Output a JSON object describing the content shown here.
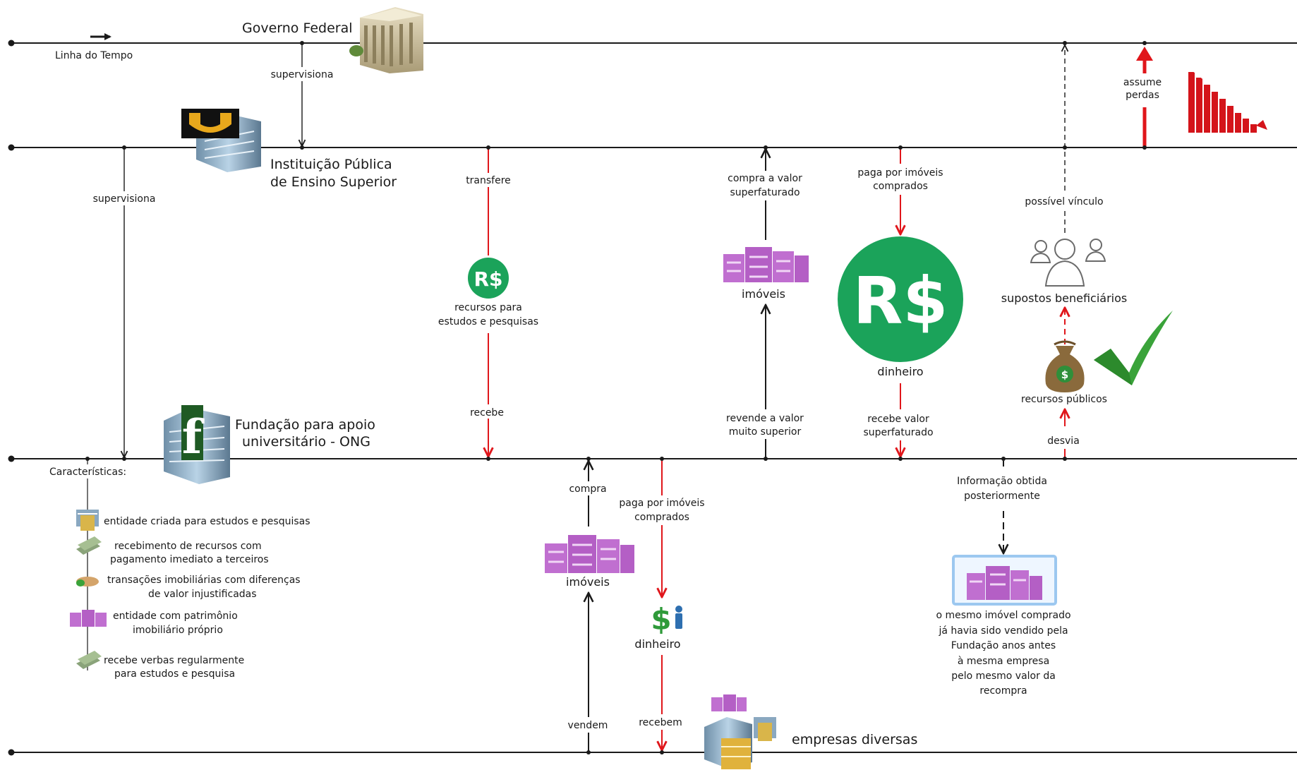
{
  "timeline": {
    "label": "Linha do Tempo"
  },
  "actors": {
    "governo": "Governo Federal",
    "instituicao": [
      "Instituição Pública",
      "de Ensino Superior"
    ],
    "fundacao": [
      "Fundação para apoio",
      "universitário - ONG"
    ],
    "empresas": "empresas diversas"
  },
  "edges": {
    "supervisiona_1": "supervisiona",
    "supervisiona_2": "supervisiona",
    "transfere": "transfere",
    "recebe": "recebe",
    "compra_valor": [
      "compra a valor",
      "superfaturado"
    ],
    "revende": [
      "revende a valor",
      "muito superior"
    ],
    "paga_top": [
      "paga por imóveis",
      "comprados"
    ],
    "recebe_valor": [
      "recebe valor",
      "superfaturado"
    ],
    "possivel_vinculo": "possível vínculo",
    "assume_perdas": [
      "assume",
      "perdas"
    ],
    "desvia": "desvia",
    "compra": "compra",
    "vendem": "vendem",
    "paga_bottom": [
      "paga por imóveis",
      "comprados"
    ],
    "recebem": "recebem",
    "info_obtida": [
      "Informação obtida",
      "posteriormente"
    ]
  },
  "nodes": {
    "recursos_estudos": [
      "recursos para",
      "estudos e pesquisas"
    ],
    "imoveis_top": "imóveis",
    "dinheiro_top": "dinheiro",
    "beneficiarios": "supostos beneficiários",
    "recursos_publicos": "recursos públicos",
    "imoveis_bottom": "imóveis",
    "dinheiro_bottom": "dinheiro",
    "mesmo_imovel": [
      "o mesmo imóvel comprado",
      "já havia sido vendido pela",
      "Fundação anos antes",
      "à mesma empresa",
      "pelo mesmo valor da",
      "recompra"
    ]
  },
  "currency_symbol": "R$",
  "dollar_symbol": "$",
  "characteristics": {
    "title": "Características:",
    "items": [
      [
        "entidade criada para estudos e pesquisas"
      ],
      [
        "recebimento de recursos com",
        "pagamento imediato a terceiros"
      ],
      [
        "transações imobiliárias com diferenças",
        "de valor injustificadas"
      ],
      [
        "entidade com patrimônio",
        "imobiliário próprio"
      ],
      [
        "recebe verbas regularmente",
        "para estudos e pesquisa"
      ]
    ]
  },
  "colors": {
    "red": "#e0161b",
    "green": "#1ba35a",
    "purple": "#c06fd0",
    "black": "#1a1a1a",
    "loss_red": "#d4141a"
  }
}
